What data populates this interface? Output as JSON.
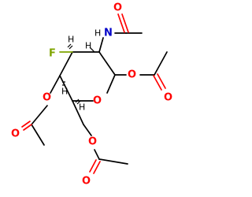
{
  "atoms": {
    "nitrogen": "N",
    "fluorine": "F",
    "ring_oxygen": "O",
    "ester_oxygens": [
      "O",
      "O",
      "O"
    ],
    "carbonyl_oxygens": [
      "O",
      "O",
      "O",
      "O"
    ],
    "hydrogen": "H"
  },
  "colors": {
    "nitrogen": "#0000c8",
    "oxygen": "#ff0000",
    "fluorine": "#7fa400",
    "carbon": "#000000"
  }
}
